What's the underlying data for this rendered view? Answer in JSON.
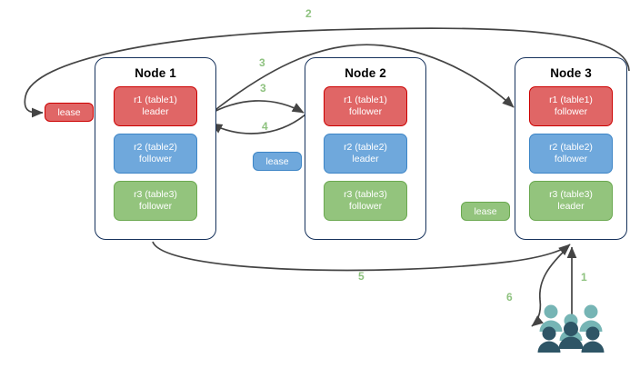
{
  "diagram": {
    "title": "Raft lease / range replica routing diagram",
    "colors": {
      "red_fill": "#e06666",
      "red_border": "#cc0000",
      "blue_fill": "#6fa8dc",
      "blue_border": "#3d85c6",
      "green_fill": "#93c47d",
      "green_border": "#6aa84f",
      "node_border": "#16325c",
      "edge": "#444444",
      "step_label": "#8ec27f",
      "people_light": "#76b5b5",
      "people_dark": "#2e5566"
    }
  },
  "nodes": [
    {
      "id": "node-1",
      "title": "Node 1",
      "replicas": [
        {
          "id": "r1",
          "line1": "r1 (table1)",
          "line2": "leader",
          "color": "red"
        },
        {
          "id": "r2",
          "line1": "r2 (table2)",
          "line2": "follower",
          "color": "blue"
        },
        {
          "id": "r3",
          "line1": "r3 (table3)",
          "line2": "follower",
          "color": "green"
        }
      ]
    },
    {
      "id": "node-2",
      "title": "Node 2",
      "replicas": [
        {
          "id": "r1",
          "line1": "r1 (table1)",
          "line2": "follower",
          "color": "red"
        },
        {
          "id": "r2",
          "line1": "r2 (table2)",
          "line2": "leader",
          "color": "blue"
        },
        {
          "id": "r3",
          "line1": "r3 (table3)",
          "line2": "follower",
          "color": "green"
        }
      ]
    },
    {
      "id": "node-3",
      "title": "Node 3",
      "replicas": [
        {
          "id": "r1",
          "line1": "r1 (table1)",
          "line2": "follower",
          "color": "red"
        },
        {
          "id": "r2",
          "line1": "r2 (table2)",
          "line2": "follower",
          "color": "blue"
        },
        {
          "id": "r3",
          "line1": "r3 (table3)",
          "line2": "leader",
          "color": "green"
        }
      ]
    }
  ],
  "leases": [
    {
      "id": "lease-table1",
      "label": "lease",
      "color": "red"
    },
    {
      "id": "lease-table2",
      "label": "lease",
      "color": "blue"
    },
    {
      "id": "lease-table3",
      "label": "lease",
      "color": "green"
    }
  ],
  "steps": [
    {
      "id": "step-1",
      "label": "1"
    },
    {
      "id": "step-2",
      "label": "2"
    },
    {
      "id": "step-3a",
      "label": "3"
    },
    {
      "id": "step-3b",
      "label": "3"
    },
    {
      "id": "step-4",
      "label": "4"
    },
    {
      "id": "step-5",
      "label": "5"
    },
    {
      "id": "step-6",
      "label": "6"
    }
  ],
  "actor": {
    "id": "clients",
    "icon": "people-group-icon"
  }
}
